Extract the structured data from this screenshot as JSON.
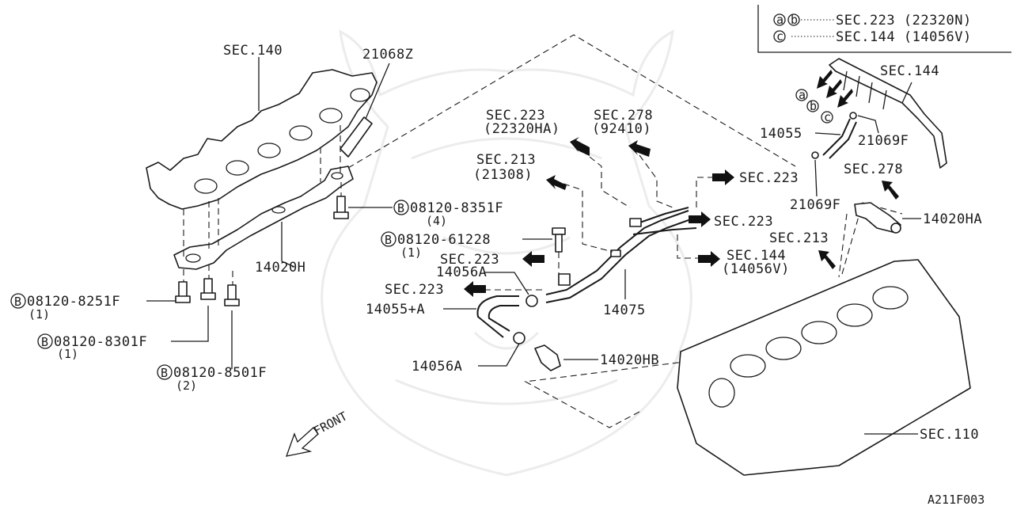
{
  "legend": {
    "row1_marks": [
      "a",
      "b"
    ],
    "row1_text": "SEC.223 (22320N)",
    "row2_marks": [
      "c"
    ],
    "row2_text": "SEC.144 (14056V)"
  },
  "sections": {
    "sec140": "SEC.140",
    "sec144_top": "SEC.144",
    "sec223_22320ha_1": "SEC.223",
    "sec223_22320ha_2": "(22320HA)",
    "sec278_92410_1": "SEC.278",
    "sec278_92410_2": "(92410)",
    "sec213_21308_1": "SEC.213",
    "sec213_21308_2": "(21308)",
    "sec223_r1": "SEC.223",
    "sec223_r2": "SEC.223",
    "sec144_14056v_1": "SEC.144",
    "sec144_14056v_2": "(14056V)",
    "sec278_r": "SEC.278",
    "sec213_r": "SEC.213",
    "sec223_m1": "SEC.223",
    "sec223_m2": "SEC.223",
    "sec110": "SEC.110"
  },
  "parts": {
    "p21068z": "21068Z",
    "p14020h": "14020H",
    "p14055": "14055",
    "p21069f_a": "21069F",
    "p21069f_b": "21069F",
    "p14020ha": "14020HA",
    "p14056a_1": "14056A",
    "p14056a_2": "14056A",
    "p14055a": "14055+A",
    "p14075": "14075",
    "p14020hb": "14020HB"
  },
  "bolts": [
    {
      "mark": "B",
      "code": "08120-8351F",
      "qty": "(4)"
    },
    {
      "mark": "B",
      "code": "08120-61228",
      "qty": "(1)"
    },
    {
      "mark": "B",
      "code": "08120-8251F",
      "qty": "(1)"
    },
    {
      "mark": "B",
      "code": "08120-8301F",
      "qty": "(1)"
    },
    {
      "mark": "B",
      "code": "08120-8501F",
      "qty": "(2)"
    }
  ],
  "pipe_marks": [
    "a",
    "b",
    "c"
  ],
  "front_label": "FRONT",
  "figure_code": "A211F003"
}
